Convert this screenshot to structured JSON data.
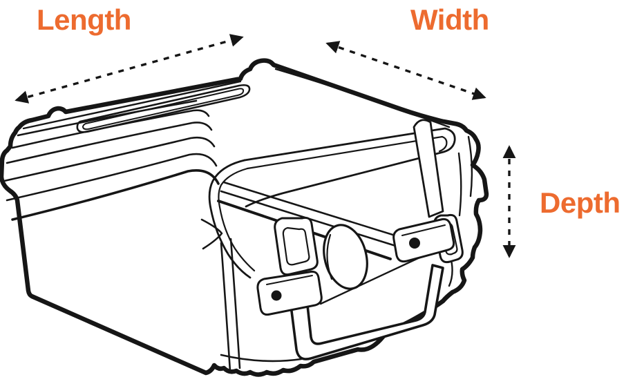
{
  "page": {
    "background": "#FFFFFF"
  },
  "diagram": {
    "type": "dimension-diagram",
    "subject": "protective hard case line drawing",
    "labels": {
      "length": "Length",
      "width": "Width",
      "depth": "Depth"
    },
    "colors": {
      "label_text": "#ED6B2F",
      "line_art": "#161616",
      "background": "#FFFFFF"
    }
  }
}
